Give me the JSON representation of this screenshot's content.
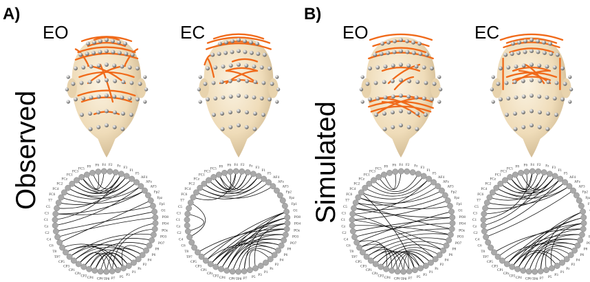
{
  "panels": [
    {
      "letter": "A)",
      "row_label": "Observed",
      "conditions": [
        "EO",
        "EC"
      ]
    },
    {
      "letter": "B)",
      "row_label": "Simulated",
      "conditions": [
        "EO",
        "EC"
      ]
    }
  ],
  "colors": {
    "edge_3d": "#f06a1a",
    "head_skin": "#f1e2c4",
    "node_3d": "#a8a8a8",
    "node_2d": "#a9a9a9",
    "edge_2d": "#111111"
  },
  "electrodes": [
    "Fz",
    "F3",
    "F1",
    "F5",
    "AF4",
    "AFz",
    "AF3",
    "Fp2",
    "Fpz",
    "Fp1",
    "O1",
    "PO8",
    "PO4",
    "POz",
    "PO3",
    "PO7",
    "P8",
    "P6",
    "P4",
    "P2",
    "Pz",
    "P1",
    "P3",
    "P5",
    "P7",
    "TP8",
    "CP6",
    "CP4",
    "CP2",
    "CPz",
    "CP1",
    "CP3",
    "CP5",
    "TP7",
    "T8",
    "C6",
    "C4",
    "C2",
    "Cz",
    "C1",
    "C3",
    "C5",
    "T7",
    "FC6",
    "FC4",
    "FC2",
    "FCz",
    "FC1",
    "FC3",
    "FC5",
    "F8",
    "F6",
    "F4",
    "F2"
  ],
  "circle_plots": [
    {
      "id": "A-EO",
      "edges": [
        [
          45,
          3
        ],
        [
          46,
          2
        ],
        [
          47,
          0
        ],
        [
          48,
          52
        ],
        [
          49,
          51
        ],
        [
          50,
          1
        ],
        [
          44,
          4
        ],
        [
          45,
          5
        ],
        [
          47,
          3
        ],
        [
          48,
          2
        ],
        [
          46,
          1
        ],
        [
          43,
          6
        ],
        [
          42,
          4
        ],
        [
          41,
          2
        ],
        [
          40,
          6
        ],
        [
          39,
          1
        ],
        [
          38,
          5
        ],
        [
          21,
          28
        ],
        [
          22,
          27
        ],
        [
          23,
          29
        ],
        [
          20,
          30
        ],
        [
          19,
          31
        ],
        [
          18,
          27
        ],
        [
          24,
          28
        ],
        [
          25,
          30
        ],
        [
          26,
          21
        ],
        [
          17,
          22
        ],
        [
          16,
          29
        ],
        [
          15,
          31
        ],
        [
          14,
          32
        ],
        [
          13,
          24
        ],
        [
          12,
          25
        ],
        [
          22,
          33
        ],
        [
          19,
          33
        ],
        [
          23,
          34
        ],
        [
          18,
          32
        ],
        [
          11,
          36
        ],
        [
          10,
          37
        ],
        [
          9,
          40
        ],
        [
          8,
          35
        ]
      ]
    },
    {
      "id": "A-EC",
      "edges": [
        [
          45,
          3
        ],
        [
          46,
          2
        ],
        [
          47,
          1
        ],
        [
          48,
          52
        ],
        [
          49,
          51
        ],
        [
          44,
          4
        ],
        [
          45,
          5
        ],
        [
          47,
          3
        ],
        [
          48,
          0
        ],
        [
          46,
          53
        ],
        [
          50,
          2
        ],
        [
          43,
          52
        ],
        [
          49,
          0
        ],
        [
          10,
          31
        ],
        [
          11,
          30
        ],
        [
          12,
          28
        ],
        [
          13,
          27
        ],
        [
          14,
          26
        ],
        [
          15,
          29
        ],
        [
          16,
          30
        ],
        [
          17,
          31
        ],
        [
          12,
          32
        ],
        [
          13,
          33
        ],
        [
          14,
          30
        ],
        [
          15,
          27
        ],
        [
          16,
          26
        ],
        [
          11,
          29
        ],
        [
          10,
          28
        ],
        [
          17,
          25
        ],
        [
          18,
          24
        ],
        [
          19,
          23
        ],
        [
          10,
          24
        ],
        [
          12,
          22
        ],
        [
          42,
          36
        ],
        [
          40,
          37
        ],
        [
          11,
          27
        ],
        [
          13,
          29
        ]
      ]
    },
    {
      "id": "B-EO",
      "edges": [
        [
          45,
          3
        ],
        [
          46,
          2
        ],
        [
          47,
          1
        ],
        [
          48,
          52
        ],
        [
          49,
          51
        ],
        [
          44,
          4
        ],
        [
          43,
          6
        ],
        [
          42,
          5
        ],
        [
          41,
          7
        ],
        [
          40,
          3
        ],
        [
          39,
          8
        ],
        [
          37,
          11
        ],
        [
          36,
          12
        ],
        [
          35,
          10
        ],
        [
          34,
          13
        ],
        [
          33,
          14
        ],
        [
          32,
          15
        ],
        [
          31,
          16
        ],
        [
          30,
          17
        ],
        [
          29,
          18
        ],
        [
          28,
          19
        ],
        [
          27,
          20
        ],
        [
          26,
          21
        ],
        [
          25,
          22
        ],
        [
          24,
          23
        ],
        [
          33,
          26
        ],
        [
          32,
          25
        ],
        [
          31,
          24
        ],
        [
          30,
          22
        ],
        [
          29,
          21
        ],
        [
          28,
          20
        ],
        [
          34,
          27
        ],
        [
          35,
          28
        ],
        [
          38,
          14
        ],
        [
          41,
          11
        ],
        [
          42,
          13
        ],
        [
          39,
          17
        ],
        [
          40,
          19
        ],
        [
          44,
          23
        ],
        [
          43,
          9
        ]
      ]
    },
    {
      "id": "B-EC",
      "edges": [
        [
          45,
          3
        ],
        [
          46,
          2
        ],
        [
          47,
          1
        ],
        [
          48,
          52
        ],
        [
          49,
          51
        ],
        [
          44,
          4
        ],
        [
          45,
          5
        ],
        [
          47,
          3
        ],
        [
          48,
          0
        ],
        [
          46,
          53
        ],
        [
          50,
          2
        ],
        [
          43,
          1
        ],
        [
          42,
          5
        ],
        [
          41,
          4
        ],
        [
          40,
          2
        ],
        [
          39,
          52
        ],
        [
          38,
          0
        ],
        [
          37,
          3
        ],
        [
          36,
          6
        ],
        [
          11,
          30
        ],
        [
          12,
          28
        ],
        [
          13,
          27
        ],
        [
          14,
          26
        ],
        [
          15,
          29
        ],
        [
          16,
          30
        ],
        [
          17,
          31
        ],
        [
          12,
          32
        ],
        [
          13,
          33
        ],
        [
          14,
          30
        ],
        [
          15,
          27
        ],
        [
          16,
          26
        ],
        [
          11,
          29
        ],
        [
          10,
          28
        ],
        [
          17,
          25
        ],
        [
          18,
          24
        ],
        [
          19,
          23
        ],
        [
          10,
          24
        ],
        [
          12,
          22
        ],
        [
          20,
          29
        ],
        [
          21,
          28
        ]
      ]
    }
  ]
}
